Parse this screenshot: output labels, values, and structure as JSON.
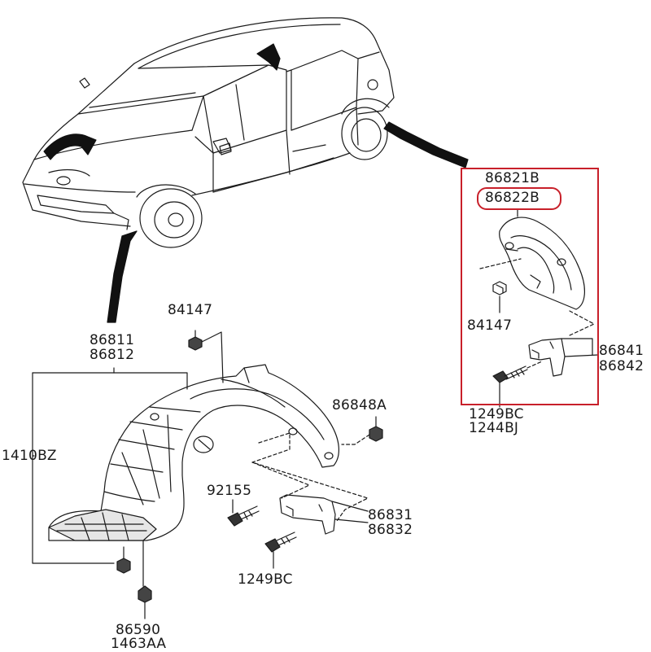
{
  "diagram": {
    "highlight_color": "#c8202a",
    "line_color": "#1a1a1a",
    "rear_assembly": {
      "part_86821B": "86821B",
      "part_86822B": "86822B",
      "part_84147": "84147",
      "part_86841": "86841",
      "part_86842": "86842",
      "part_1249BC": "1249BC",
      "part_1244BJ": "1244BJ"
    },
    "front_assembly": {
      "part_84147": "84147",
      "part_86811": "86811",
      "part_86812": "86812",
      "part_1410BZ": "1410BZ",
      "part_86848A": "86848A",
      "part_92155": "92155",
      "part_86831": "86831",
      "part_86832": "86832",
      "part_1249BC": "1249BC",
      "part_86590": "86590",
      "part_1463AA": "1463AA"
    }
  }
}
